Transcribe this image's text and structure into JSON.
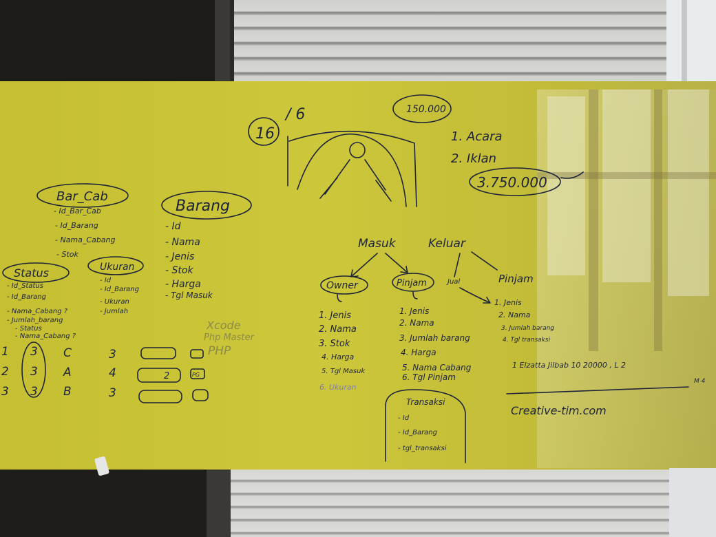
{
  "colors": {
    "board": "#cdc73b",
    "ink": "#1d2338"
  },
  "top_note": {
    "circled": "16",
    "rest": "/ 6"
  },
  "money": {
    "circled_top": "150.000",
    "item1": "1. Acara",
    "item2": "2. Iklan",
    "circled_total": "3.750.000"
  },
  "bar_cab": {
    "title": "Bar_Cab",
    "fields": [
      "- Id_Bar_Cab",
      "- Id_Barang",
      "- Nama_Cabang",
      "- Stok"
    ]
  },
  "barang": {
    "title": "Barang",
    "fields": [
      "- Id",
      "- Nama",
      "- Jenis",
      "- Stok",
      "- Harga",
      "- Tgl Masuk"
    ]
  },
  "status": {
    "title": "Status",
    "fields": [
      "- Id_Status",
      "- Id_Barang",
      "- Nama_Cabang ?",
      "- Jumlah_barang",
      "- Status",
      "- Nama_Cabang ?"
    ]
  },
  "ukuran": {
    "title": "Ukuran",
    "fields": [
      "- Id",
      "- Id_Barang",
      "- Ukuran",
      "- Jumlah"
    ]
  },
  "tools": {
    "lines": [
      "Xcode",
      "Php Master",
      "PHP"
    ]
  },
  "flow": {
    "masuk": "Masuk",
    "keluar": "Keluar",
    "owner": "Owner",
    "pinjam_left": "Pinjam",
    "jual": "Jual",
    "pinjam_right": "Pinjam",
    "owner_list": [
      "1. Jenis",
      "2. Nama",
      "3. Stok",
      "4. Harga",
      "5. Tgl Masuk",
      "6. Ukuran"
    ],
    "pinjam_list": [
      "1. Jenis",
      "2. Nama",
      "3. Jumlah barang",
      "4. Harga",
      "5. Nama Cabang",
      "6. Tgl Pinjam"
    ],
    "right_list": [
      "1. Jenis",
      "2. Nama",
      "3. Jumlah barang",
      "4. Tgl transaksi"
    ]
  },
  "transaksi": {
    "title": "Transaksi",
    "fields": [
      "- Id",
      "- Id_Barang",
      "- tgl_transaksi"
    ]
  },
  "right_note": {
    "row": "1  Elzatta  Jilbab  10  20000 , L 2",
    "extra": "M 4"
  },
  "site": {
    "text": "Creative-tim.com"
  },
  "grid": {
    "col1": [
      "1",
      "2",
      "3"
    ],
    "col2": [
      "3",
      "3",
      "3"
    ],
    "col3": [
      "C",
      "A",
      "B"
    ],
    "col4": [
      "3",
      "4",
      "3"
    ],
    "box_value": "2",
    "small_box": "PG"
  }
}
